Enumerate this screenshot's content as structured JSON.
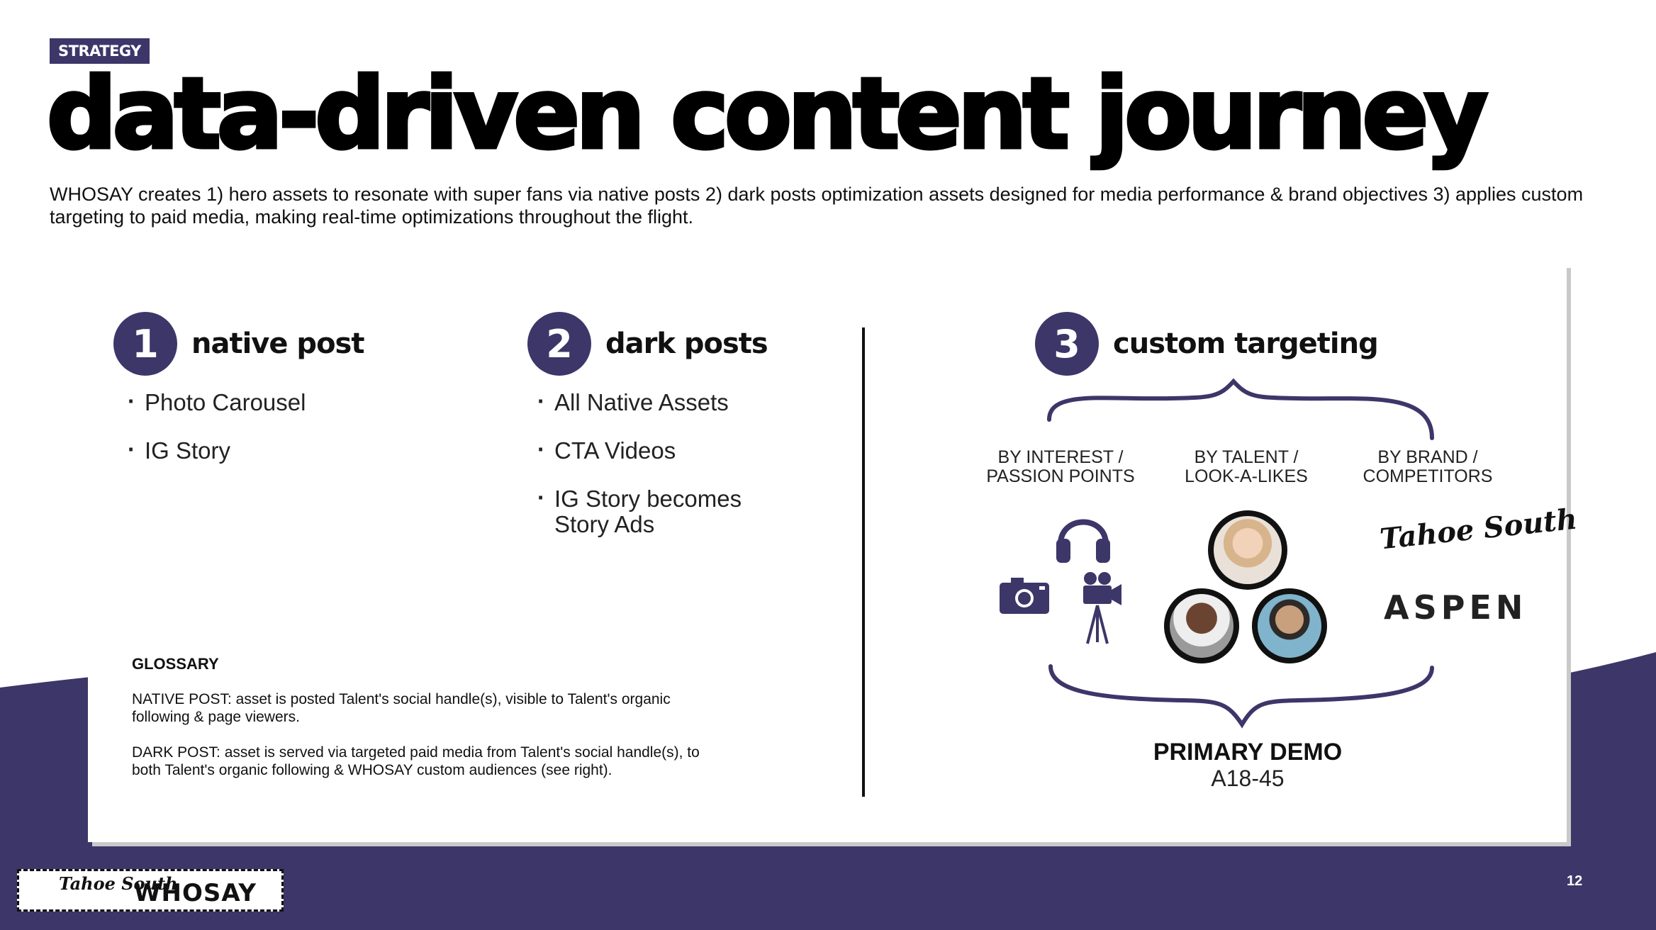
{
  "header": {
    "tag": "STRATEGY",
    "title": "data-driven content journey",
    "intro": "WHOSAY creates 1) hero assets to resonate with super fans via native posts 2) dark posts optimization assets designed for media performance & brand objectives 3) applies custom targeting to paid media, making real-time optimizations throughout the flight."
  },
  "steps": [
    {
      "number": "1",
      "title": "native post",
      "bullets": [
        "Photo Carousel",
        "IG Story"
      ]
    },
    {
      "number": "2",
      "title": "dark posts",
      "bullets": [
        "All Native Assets",
        "CTA Videos",
        "IG Story becomes Story Ads"
      ]
    },
    {
      "number": "3",
      "title": "custom targeting"
    }
  ],
  "glossary": {
    "heading": "GLOSSARY",
    "native": "NATIVE POST: asset is posted Talent's social handle(s), visible to Talent's organic following & page viewers.",
    "dark": "DARK POST: asset is served via targeted paid media from Talent's social handle(s), to both Talent's organic following & WHOSAY custom audiences (see right)."
  },
  "targeting": {
    "categories": [
      {
        "line1": "BY INTEREST /",
        "line2": "PASSION  POINTS"
      },
      {
        "line1": "BY TALENT /",
        "line2": "LOOK-A-LIKES"
      },
      {
        "line1": "BY BRAND /",
        "line2": "COMPETITORS"
      }
    ],
    "icons": [
      "headphones-icon",
      "camera-icon",
      "movie-camera-icon"
    ],
    "brands": {
      "tahoe": "Tahoe South",
      "aspen": "ASPEN"
    },
    "demo_heading": "PRIMARY DEMO",
    "demo_value": "A18-45"
  },
  "footer": {
    "logo_tahoe": "Tahoe South",
    "logo_whosay": "WHOSAY",
    "page_number": "12"
  },
  "colors": {
    "accent": "#3d3669",
    "text": "#111111",
    "background": "#ffffff"
  }
}
